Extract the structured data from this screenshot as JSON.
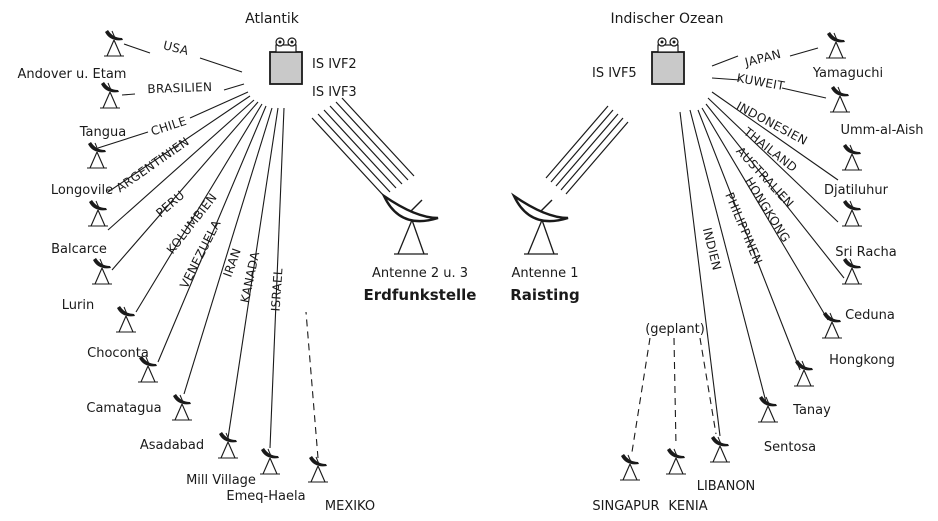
{
  "atlantic": {
    "title": "Atlantik",
    "sat_f2": "IS IVF2",
    "sat_f3": "IS IVF3",
    "stations": [
      "Andover u. Etam",
      "Tangua",
      "Longovile",
      "Balcarce",
      "Lurin",
      "Choconta",
      "Camatagua",
      "Asadabad",
      "Mill Village",
      "Emeq-Haela",
      "MEXIKO"
    ],
    "countries": [
      "USA",
      "BRASILIEN",
      "CHILE",
      "ARGENTINIEN",
      "PERU",
      "KOLUMBIEN",
      "VENEZUELA",
      "IRAN",
      "KANADA",
      "ISRAEL"
    ]
  },
  "indian": {
    "title": "Indischer Ozean",
    "sat_f5": "IS IVF5",
    "stations": [
      "Yamaguchi",
      "Umm-al-Aish",
      "Djatiluhur",
      "Sri Racha",
      "Ceduna",
      "Hongkong",
      "Tanay",
      "Sentosa",
      "LIBANON",
      "KENIA",
      "SINGAPUR"
    ],
    "countries": [
      "JAPAN",
      "KUWEIT",
      "INDONESIEN",
      "THAILAND",
      "AUSTRALIEN",
      "HONGKONG",
      "PHILIPPINEN",
      "INDIEN"
    ],
    "planned": "(geplant)"
  },
  "ground": {
    "antenna23": "Antenne 2 u. 3",
    "antenna1": "Antenne 1",
    "station": "Erdfunkstelle",
    "place": "Raisting"
  }
}
